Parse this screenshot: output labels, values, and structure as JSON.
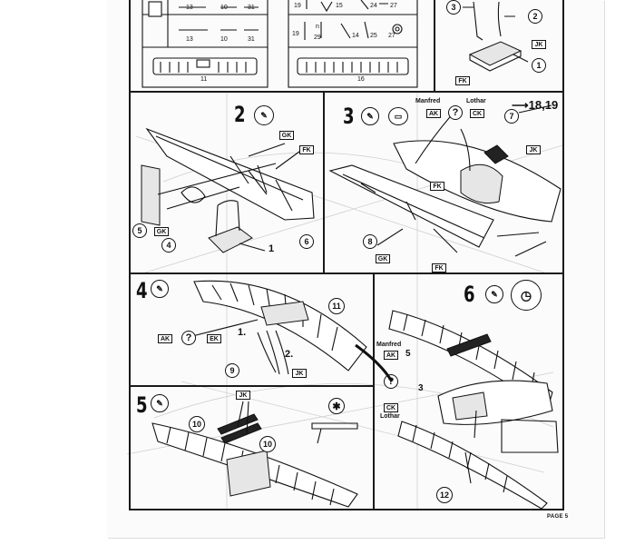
{
  "parts_grid": {
    "left": {
      "row1": [
        "13",
        "10",
        "31"
      ],
      "row2": [
        "13",
        "10",
        "31"
      ],
      "tray_label": "11"
    },
    "right": {
      "row1": [
        "19",
        "15",
        "24",
        "27"
      ],
      "row2": [
        "19",
        "n",
        "29",
        "14",
        "25",
        "27"
      ],
      "tray_label": "16"
    }
  },
  "step_preview": {
    "callouts": [
      "3",
      "2",
      "1"
    ],
    "boxes": [
      "JK",
      "FK"
    ]
  },
  "step2": {
    "number": "2",
    "callouts": [
      "5",
      "4",
      "1",
      "6"
    ],
    "boxes": [
      "GK",
      "FK",
      "GK"
    ]
  },
  "step3": {
    "number": "3",
    "pilot_left": "Manfred",
    "pilot_right": "Lothar",
    "box_left": "AK",
    "box_right": "CK",
    "question": "?",
    "arrow_ref": "18,19",
    "callouts": [
      "7",
      "8"
    ],
    "boxes": [
      "JK",
      "FK",
      "GK",
      "FK"
    ]
  },
  "step4": {
    "number": "4",
    "box_left": "AK",
    "box_right": "EK",
    "question": "?",
    "sub1": "1.",
    "sub2": "2.",
    "callouts": [
      "11",
      "9"
    ],
    "boxes": [
      "JK"
    ]
  },
  "step5": {
    "number": "5",
    "callouts": [
      "10",
      "10"
    ],
    "boxes": [
      "JK"
    ],
    "star": "✱"
  },
  "step6": {
    "number": "6",
    "pilot_top": "Manfred",
    "pilot_bottom": "Lothar",
    "box_top": "AK",
    "box_bottom": "CK",
    "question": "?",
    "side_num_a": "5",
    "side_num_b": "3",
    "callouts": [
      "12"
    ]
  },
  "footer": {
    "page": "PAGE 5"
  }
}
